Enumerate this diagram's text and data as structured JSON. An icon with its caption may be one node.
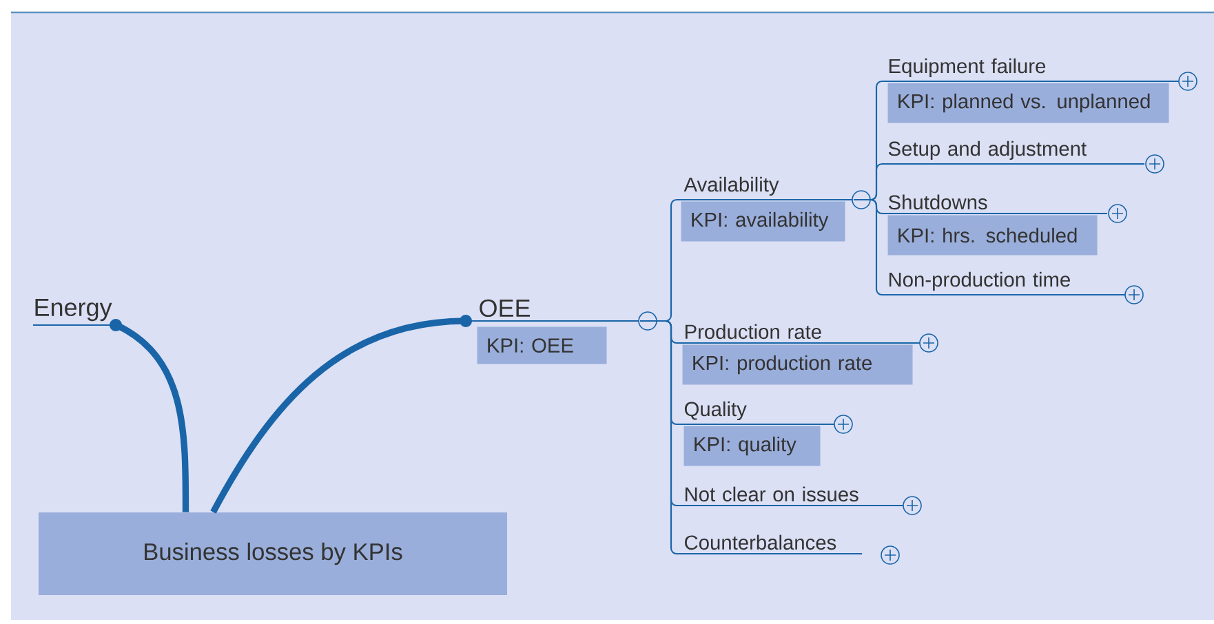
{
  "diagram": {
    "nodes": [
      {
        "text": [
          "Business losses by KPIs"
        ]
      },
      {
        "text": [
          "Energy"
        ]
      },
      {
        "text": [
          "OEE",
          "KPI: OEE"
        ]
      },
      {
        "text": [
          "Availability",
          "KPI: availability"
        ]
      },
      {
        "text": [
          "Equipment failure",
          "KPI: planned vs. unplanned"
        ]
      },
      {
        "text": [
          "Setup and adjustment"
        ]
      },
      {
        "text": [
          "Shutdowns",
          "KPI: hrs. scheduled"
        ]
      },
      {
        "text": [
          "Non-production time"
        ]
      },
      {
        "text": [
          "Production rate",
          "KPI: production rate"
        ]
      },
      {
        "text": [
          "Quality",
          "KPI: quality"
        ]
      },
      {
        "text": [
          "Not clear on issues"
        ]
      },
      {
        "text": [
          "Counterbalances"
        ]
      }
    ],
    "edges": [
      {
        "from": 0,
        "to": 1,
        "arrow": "none",
        "style": "thick"
      },
      {
        "from": 0,
        "to": 2,
        "arrow": "none",
        "style": "thick"
      },
      {
        "from": 2,
        "to": 3,
        "arrow": "none"
      },
      {
        "from": 3,
        "to": 4,
        "arrow": "none"
      },
      {
        "from": 3,
        "to": 5,
        "arrow": "none"
      },
      {
        "from": 3,
        "to": 6,
        "arrow": "none"
      },
      {
        "from": 3,
        "to": 7,
        "arrow": "none"
      },
      {
        "from": 2,
        "to": 8,
        "arrow": "none"
      },
      {
        "from": 2,
        "to": 9,
        "arrow": "none"
      },
      {
        "from": 2,
        "to": 10,
        "arrow": "none"
      },
      {
        "from": 2,
        "to": 11,
        "arrow": "none"
      }
    ]
  }
}
